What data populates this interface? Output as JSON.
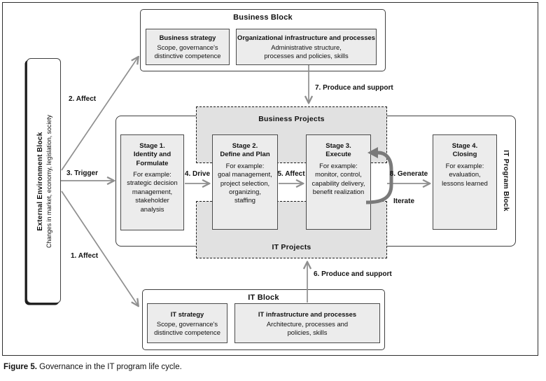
{
  "caption": {
    "label": "Figure 5.",
    "text": " Governance in the IT program life cycle."
  },
  "external_block": {
    "title": "External Environment Block",
    "subtitle": "Changes in market, economy, legislation, society"
  },
  "business_block": {
    "title": "Business Block",
    "boxes": [
      {
        "title": "Business strategy",
        "body": "Scope, governance's\ndistinctive competence"
      },
      {
        "title": "Organizational infrastructure and processes",
        "body": "Administrative structure,\nprocesses and policies, skills"
      }
    ]
  },
  "it_block": {
    "title": "IT Block",
    "boxes": [
      {
        "title": "IT strategy",
        "body": "Scope, governance's\ndistinctive competence"
      },
      {
        "title": "IT infrastructure and processes",
        "body": "Architecture, processes and\npolicies, skills"
      }
    ]
  },
  "program_block": {
    "title": "IT Program Block"
  },
  "projects": {
    "business": "Business Projects",
    "it": "IT Projects"
  },
  "stages": [
    {
      "title": "Stage 1.\nIdentity and\nFormulate",
      "body": "For example:\nstrategic decision\nmanagement,\nstakeholder\nanalysis"
    },
    {
      "title": "Stage 2.\nDefine and Plan",
      "body": "For example:\ngoal management,\nproject selection,\norganizing,\nstaffing"
    },
    {
      "title": "Stage 3.\nExecute",
      "body": "For example:\nmonitor, control,\ncapability delivery,\nbenefit realization"
    },
    {
      "title": "Stage 4.\nClosing",
      "body": "For example:\nevaluation,\nlessons learned"
    }
  ],
  "arrows": {
    "affect2": "2. Affect",
    "trigger3": "3. Trigger",
    "affect1": "1. Affect",
    "drive4": "4. Drive",
    "affect5": "5. Affect",
    "produce7": "7. Produce and support",
    "produce6": "6. Produce and support",
    "generate8": "8. Generate",
    "iterate": "Iterate"
  },
  "colors": {
    "box_fill": "#ececec",
    "dashed_fill": "#e1e1e1",
    "border": "#3f3f3f",
    "arrow": "#8f8f8f",
    "iterate_arrow": "#7a7a7a",
    "text": "#111111"
  }
}
